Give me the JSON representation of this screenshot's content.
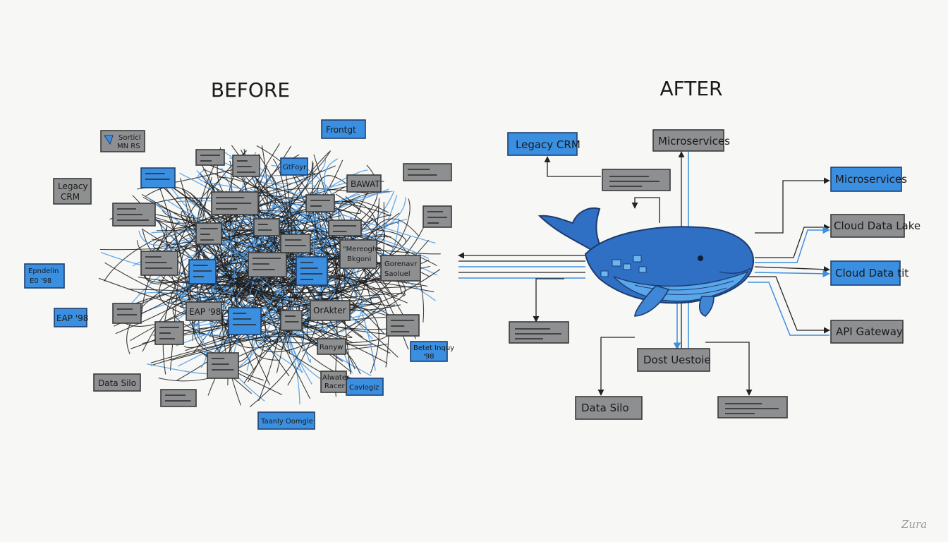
{
  "before": {
    "title": "BEFORE",
    "labels": {
      "legacy_crm": "Legacy\nCRM",
      "erp_98_left": "EAP '98",
      "erp_98_blue": "Epndelin\nE0 '98",
      "erp_98_center": "EAP '98",
      "data_silo": "Data Silo",
      "frontend": "Frontgt",
      "bawat": "BAWAT",
      "orakter": "OrAkter",
      "cavlogiz": "Cavlogiz",
      "gateway": "GtFoyr",
      "bottom_blue": "Taanly Oomgle",
      "bottom_right_blue": "Betet Inquy\n'98",
      "top_left": "Sorticl\nMN RS",
      "right_mid": "Gorenavr\nSaoluel",
      "mid_quote": "Mereoghe\nBkgoni",
      "small_1": "Ranyw",
      "small_2": "Alwater\nRacer"
    }
  },
  "after": {
    "title": "AFTER",
    "labels": {
      "legacy_crm": "Legacy CRM",
      "microservices_top": "Microservices",
      "microservices_right": "Microservices",
      "cloud_data_lake": "Cloud Data Lake",
      "cloud_data_blue": "Cloud Data tit",
      "api_gateway": "API Gateway",
      "dost_uestoie": "Dost Uestoie",
      "data_silo": "Data Silo"
    }
  },
  "signature": "Zura",
  "colors": {
    "blue": "#3b8fe0",
    "gray": "#8e8f91",
    "whale": "#2f6fc4",
    "whale_belly": "#5aa6ea",
    "ink": "#1a1a1a"
  }
}
